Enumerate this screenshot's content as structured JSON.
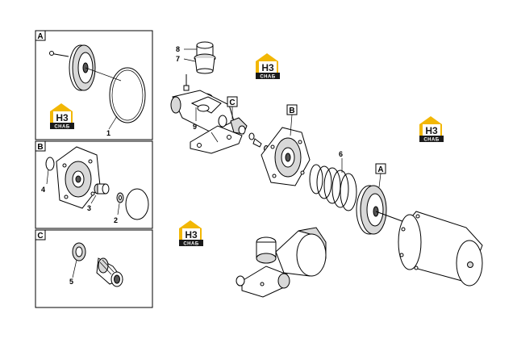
{
  "panels": {
    "a": {
      "tag": "A",
      "part_labels": [
        "1"
      ]
    },
    "b": {
      "tag": "B",
      "part_labels": [
        "4",
        "3",
        "2"
      ]
    },
    "c": {
      "tag": "C",
      "part_labels": [
        "5"
      ]
    }
  },
  "main": {
    "part_labels": {
      "p8": "8",
      "p7": "7",
      "p9": "9",
      "p6": "6"
    },
    "callouts": {
      "c": "C",
      "b": "B",
      "a": "A"
    }
  },
  "logo": {
    "mark": "H3",
    "subtitle": "CHAБ",
    "color_accent": "#f2b705",
    "color_dark": "#1a1a1a"
  }
}
